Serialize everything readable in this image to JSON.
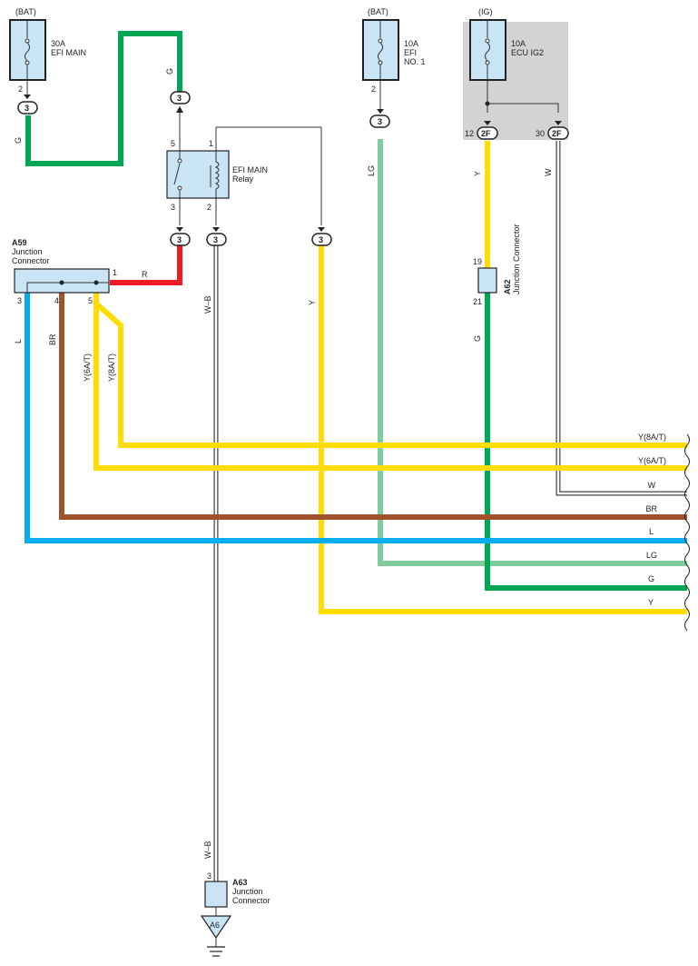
{
  "colors": {
    "G": "#00a651",
    "R": "#ed1c24",
    "L": "#00aeef",
    "BR": "#a0522d",
    "Y": "#ffdd00",
    "LG": "#7fcc9c",
    "W": "#ffffff",
    "component_fill": "#c9e4f4",
    "ig_block": "#d3d3d3"
  },
  "fuses": {
    "efi_main": {
      "source": "(BAT)",
      "rating": "30A",
      "name": "EFI MAIN",
      "pin": "2",
      "connector": "3"
    },
    "efi_no1": {
      "source": "(BAT)",
      "rating": "10A",
      "name1": "EFI",
      "name2": "NO. 1",
      "pin": "2",
      "connector": "3"
    },
    "ecu_ig2": {
      "source": "(IG)",
      "rating": "10A",
      "name": "ECU IG2",
      "pin_a": "12",
      "conn_a": "2F",
      "pin_b": "30",
      "conn_b": "2F"
    }
  },
  "relay": {
    "name1": "EFI MAIN",
    "name2": "Relay",
    "pin5": "5",
    "pin1": "1",
    "pin3": "3",
    "pin2": "2",
    "conn_top": "3",
    "conn_bot3": "3",
    "conn_bot2": "3",
    "conn_y": "3"
  },
  "a59": {
    "code": "A59",
    "name1": "Junction",
    "name2": "Connector",
    "pin1": "1",
    "pin3": "3",
    "pin4": "4",
    "pin5": "5"
  },
  "a62": {
    "code": "A62",
    "name": "Junction Connector",
    "pin19": "19",
    "pin21": "21"
  },
  "a63": {
    "code": "A63",
    "name1": "Junction",
    "name2": "Connector",
    "pin": "3"
  },
  "ground": {
    "label": "A6"
  },
  "wire_labels": {
    "g_top": "G",
    "g_left": "G",
    "r": "R",
    "wb_upper": "W–B",
    "wb_lower": "W–B",
    "y_relay": "Y",
    "lg": "LG",
    "y_ig2": "Y",
    "w_ig2": "W",
    "g_a62": "G",
    "l_a59": "L",
    "br_a59": "BR",
    "y6_a59": "Y(6A/T)",
    "y8_a59": "Y(8A/T)"
  },
  "right_labels": {
    "y8": "Y(8A/T)",
    "y6": "Y(6A/T)",
    "w": "W",
    "br": "BR",
    "l": "L",
    "lg": "LG",
    "g": "G",
    "y": "Y"
  }
}
